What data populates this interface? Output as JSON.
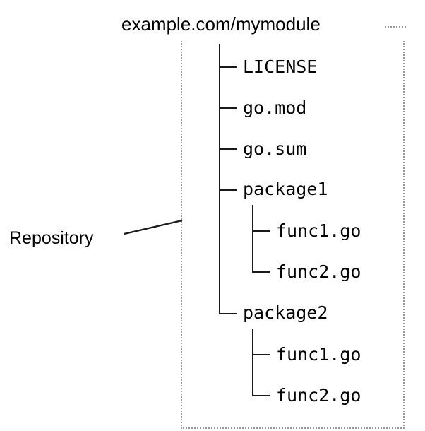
{
  "diagram": {
    "title": "example.com/mymodule",
    "callout": {
      "label": "Repository",
      "leader_icon": "leader-line-icon"
    },
    "boundary": {
      "style": "dotted",
      "color": "#9a9a9a"
    },
    "tree": {
      "root": "example.com/mymodule",
      "line_color": "#1a1a1a",
      "nodes": [
        {
          "name": "LICENSE",
          "level": 1,
          "kind": "file",
          "connector": "tee"
        },
        {
          "name": "go.mod",
          "level": 1,
          "kind": "file",
          "connector": "tee"
        },
        {
          "name": "go.sum",
          "level": 1,
          "kind": "file",
          "connector": "tee"
        },
        {
          "name": "package1",
          "level": 1,
          "kind": "directory",
          "connector": "tee"
        },
        {
          "name": "func1.go",
          "level": 2,
          "kind": "file",
          "connector": "tee"
        },
        {
          "name": "func2.go",
          "level": 2,
          "kind": "file",
          "connector": "elbow"
        },
        {
          "name": "package2",
          "level": 1,
          "kind": "directory",
          "connector": "elbow"
        },
        {
          "name": "func1.go",
          "level": 2,
          "kind": "file",
          "connector": "tee"
        },
        {
          "name": "func2.go",
          "level": 2,
          "kind": "file",
          "connector": "elbow"
        }
      ]
    }
  }
}
